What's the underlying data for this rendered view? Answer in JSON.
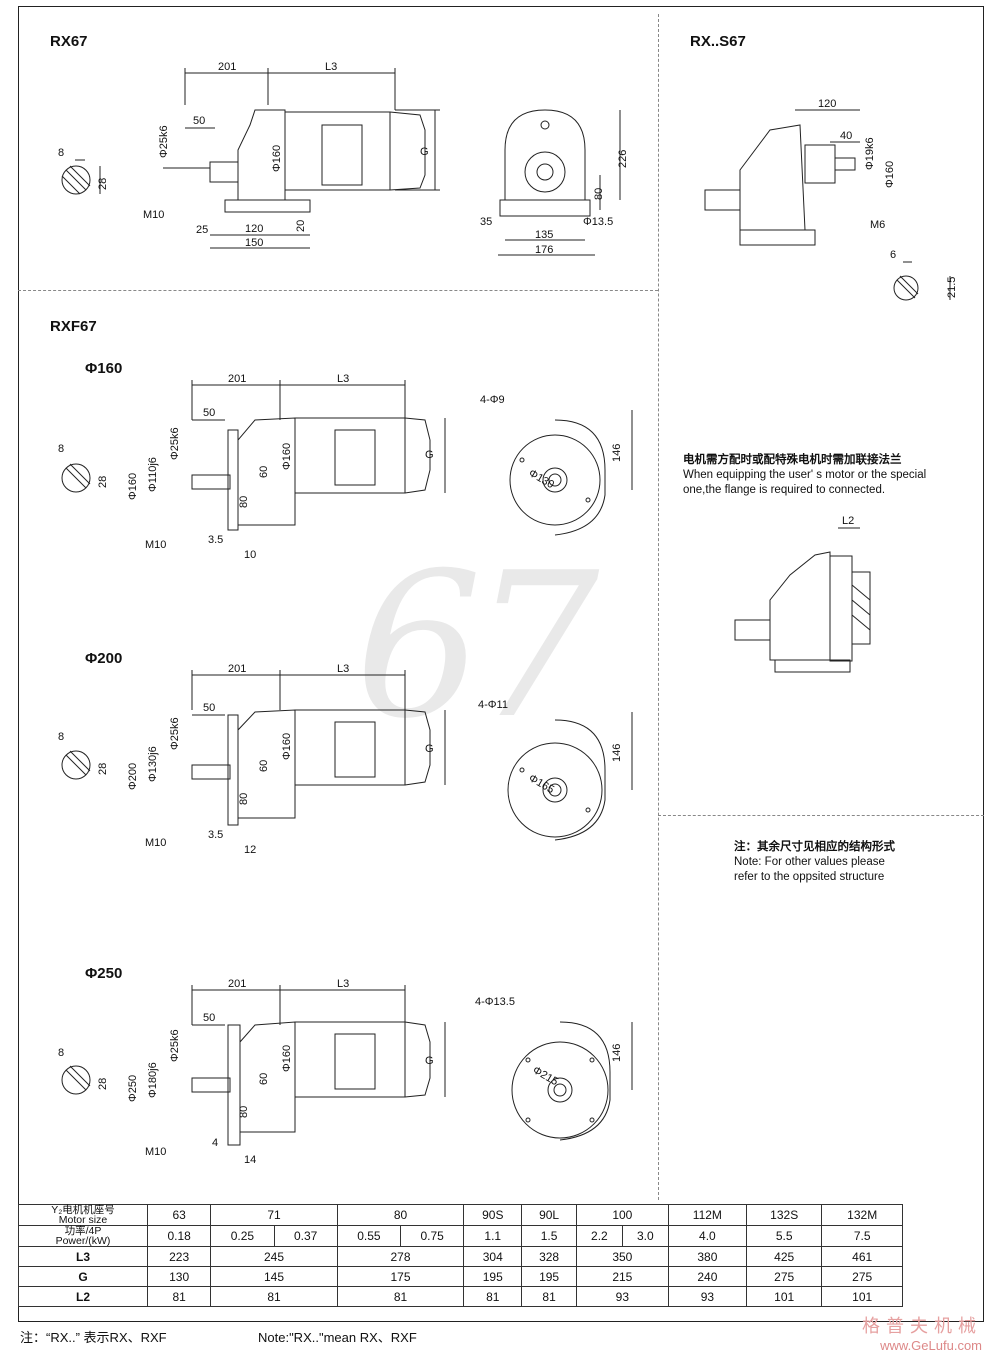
{
  "sections": {
    "rx67": "RX67",
    "rxs67": "RX..S67",
    "rxf67": "RXF67",
    "phi160": "Φ160",
    "phi200": "Φ200",
    "phi250": "Φ250"
  },
  "watermark": "67",
  "dims": {
    "rx67": {
      "d201": "201",
      "dL3": "L3",
      "d50": "50",
      "dk6": "Φ25k6",
      "d160": "Φ160",
      "dG": "G",
      "d8": "8",
      "d28": "28",
      "dM10": "M10",
      "d25": "25",
      "d120": "120",
      "d150": "150",
      "d20": "20",
      "d226": "226",
      "d80": "80",
      "d35": "35",
      "d135": "135",
      "d176": "176",
      "d135b": "Φ13.5"
    },
    "rxs67": {
      "d120": "120",
      "d40": "40",
      "dk6": "Φ19k6",
      "d160": "Φ160",
      "dM6": "M6",
      "d6": "6",
      "d215": "21.5"
    },
    "f160": {
      "d201": "201",
      "dL3": "L3",
      "d50": "50",
      "dk6": "Φ25k6",
      "d160a": "Φ160",
      "dj6": "Φ110j6",
      "d160b": "Φ160",
      "d60": "60",
      "dG": "G",
      "d80": "80",
      "d35": "3.5",
      "d10": "10",
      "d8": "8",
      "d28": "28",
      "dM10": "M10",
      "holes": "4-Φ9",
      "pcd": "Φ130",
      "d146": "146"
    },
    "f200": {
      "d201": "201",
      "dL3": "L3",
      "d50": "50",
      "dk6": "Φ25k6",
      "d200": "Φ200",
      "dj6": "Φ130j6",
      "d160": "Φ160",
      "d60": "60",
      "dG": "G",
      "d80": "80",
      "d35": "3.5",
      "d12": "12",
      "d8": "8",
      "d28": "28",
      "dM10": "M10",
      "holes": "4-Φ11",
      "pcd": "Φ165",
      "d146": "146"
    },
    "f250": {
      "d201": "201",
      "dL3": "L3",
      "d50": "50",
      "dk6": "Φ25k6",
      "d250": "Φ250",
      "dj6": "Φ180j6",
      "d160": "Φ160",
      "d60": "60",
      "dG": "G",
      "d80": "80",
      "d4": "4",
      "d14": "14",
      "d8": "8",
      "d28": "28",
      "dM10": "M10",
      "holes": "4-Φ13.5",
      "pcd": "Φ215",
      "d146": "146"
    },
    "special": {
      "dL2": "L2"
    }
  },
  "notes": {
    "flange_cn": "电机需方配时或配特殊电机时需加联接法兰",
    "flange_en1": "When equipping the user' s motor or the special",
    "flange_en2": "one,the flange is required to connected.",
    "other_cn": "注：其余尺寸见相应的结构形式",
    "other_en1": "Note: For other values please",
    "other_en2": "refer to the oppsited structure"
  },
  "table": {
    "h_motor_cn": "Y₂电机机座号",
    "h_motor_en": "Motor size",
    "h_power_cn": "功率/4P",
    "h_power_en": "Power/(kW)",
    "motor": [
      "63",
      "71",
      "80",
      "90S",
      "90L",
      "100",
      "112M",
      "132S",
      "132M"
    ],
    "power": [
      "0.18",
      "0.25",
      "0.37",
      "0.55",
      "0.75",
      "1.1",
      "1.5",
      "2.2",
      "3.0",
      "4.0",
      "5.5",
      "7.5"
    ],
    "L3_label": "L3",
    "L3": [
      "223",
      "245",
      "278",
      "304",
      "328",
      "350",
      "380",
      "425",
      "461"
    ],
    "G_label": "G",
    "G": [
      "130",
      "145",
      "175",
      "195",
      "195",
      "215",
      "240",
      "275",
      "275"
    ],
    "L2_label": "L2",
    "L2": [
      "81",
      "81",
      "81",
      "81",
      "81",
      "93",
      "93",
      "101",
      "101"
    ]
  },
  "footer": {
    "note_cn": "注：“RX..” 表示RX、RXF",
    "note_en": "Note:\"RX..\"mean RX、RXF"
  },
  "brand": {
    "cn": "格普夫机械",
    "url": "www.GeLufu.com"
  }
}
